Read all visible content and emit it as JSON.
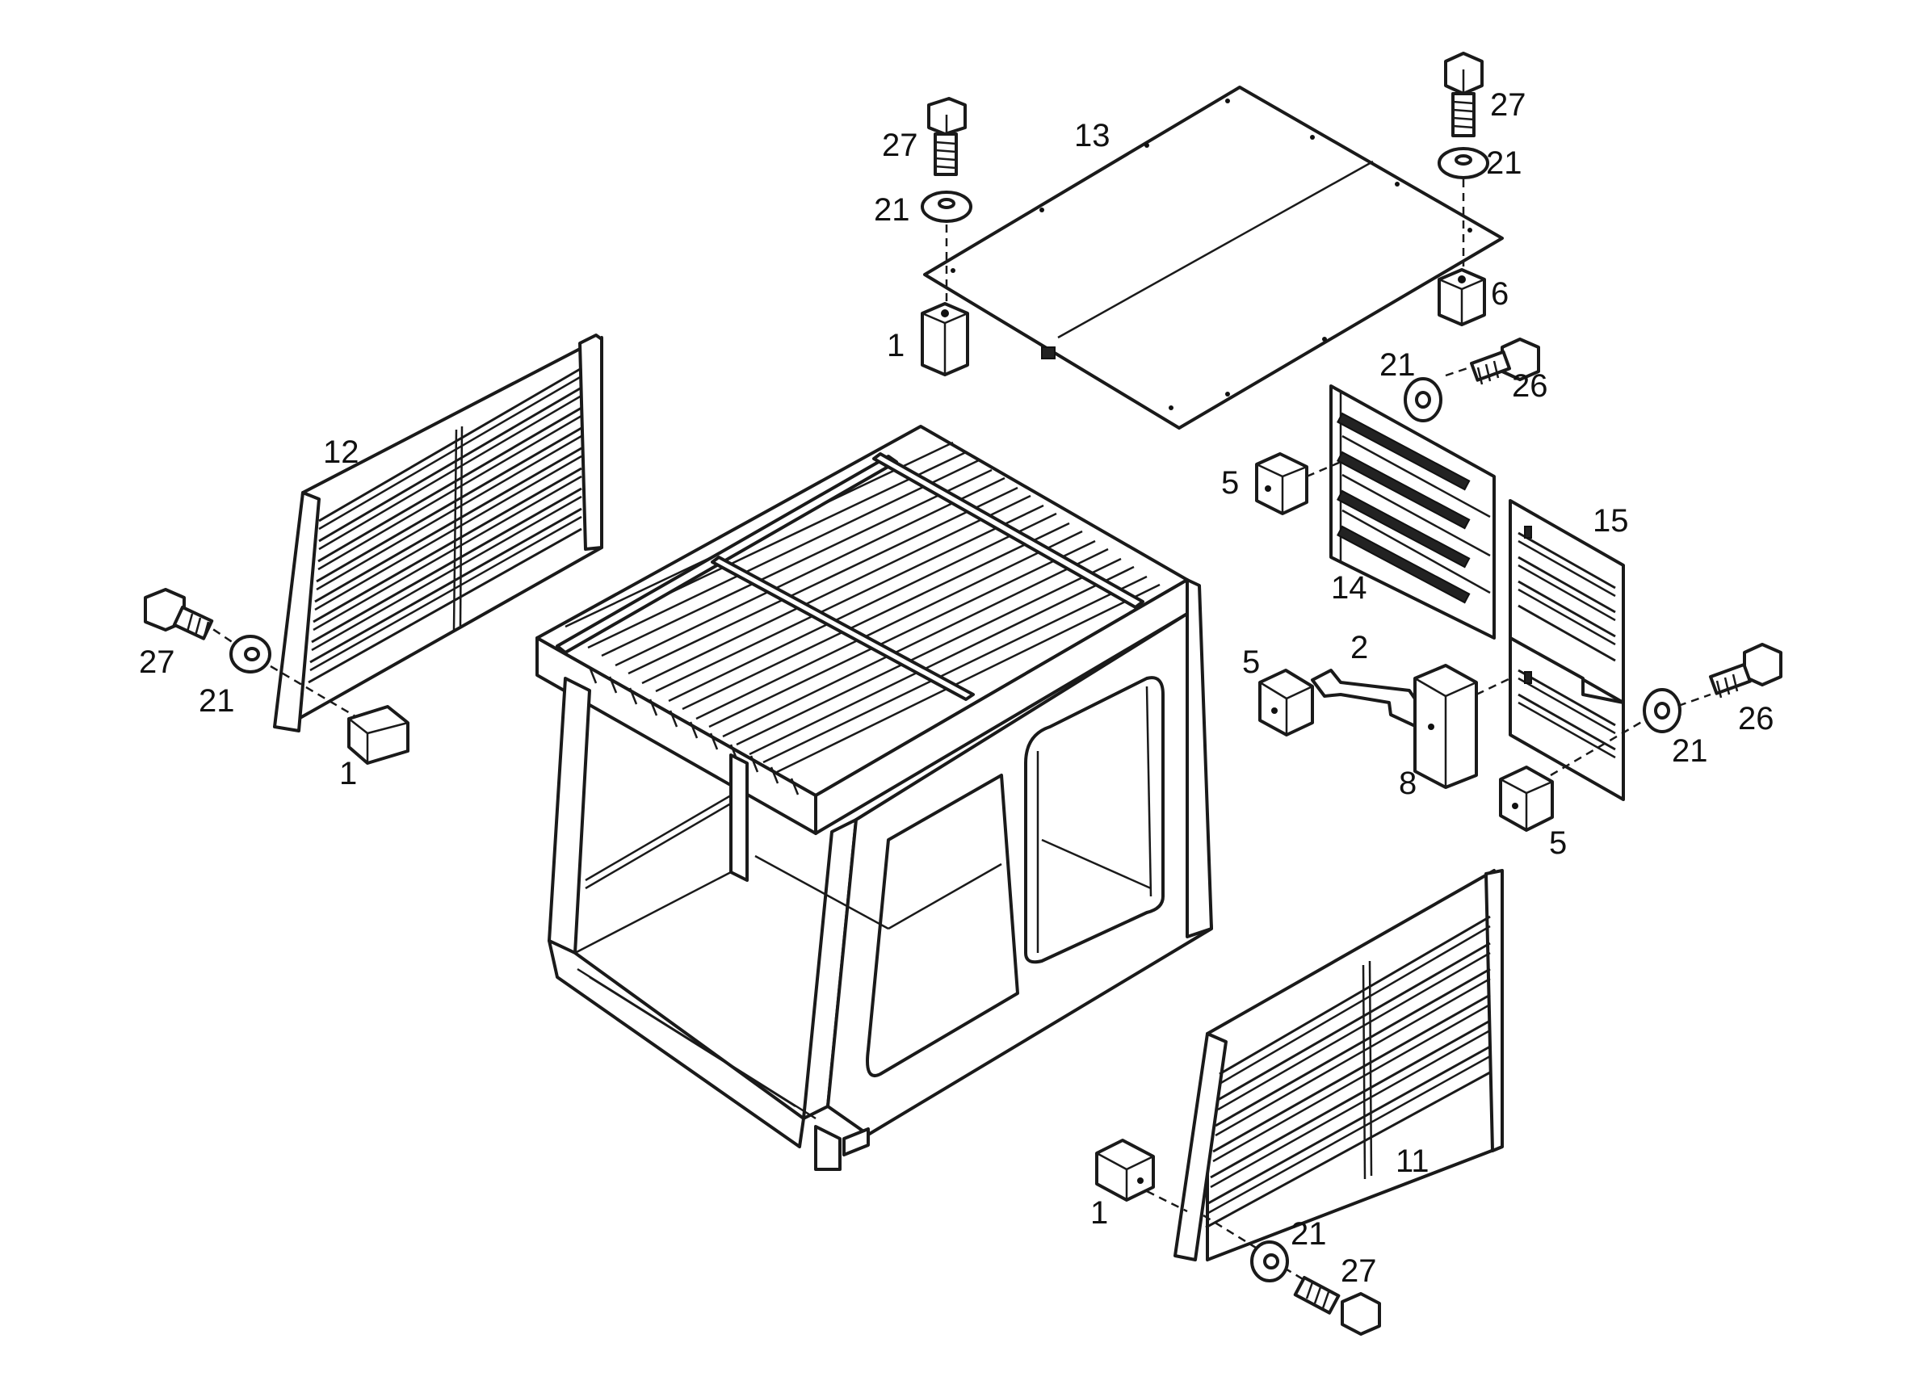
{
  "diagram": {
    "callouts": {
      "c_27_a": "27",
      "c_21_a": "21",
      "c_1_a": "1",
      "c_13": "13",
      "c_27_b": "27",
      "c_21_b": "21",
      "c_6": "6",
      "c_21_c": "21",
      "c_26_a": "26",
      "c_12": "12",
      "c_27_c": "27",
      "c_21_d": "21",
      "c_1_b": "1",
      "c_5_a": "5",
      "c_14": "14",
      "c_15": "15",
      "c_5_b": "5",
      "c_2": "2",
      "c_8": "8",
      "c_26_b": "26",
      "c_21_e": "21",
      "c_5_c": "5",
      "c_11": "11",
      "c_1_c": "1",
      "c_21_f": "21",
      "c_27_d": "27"
    }
  }
}
